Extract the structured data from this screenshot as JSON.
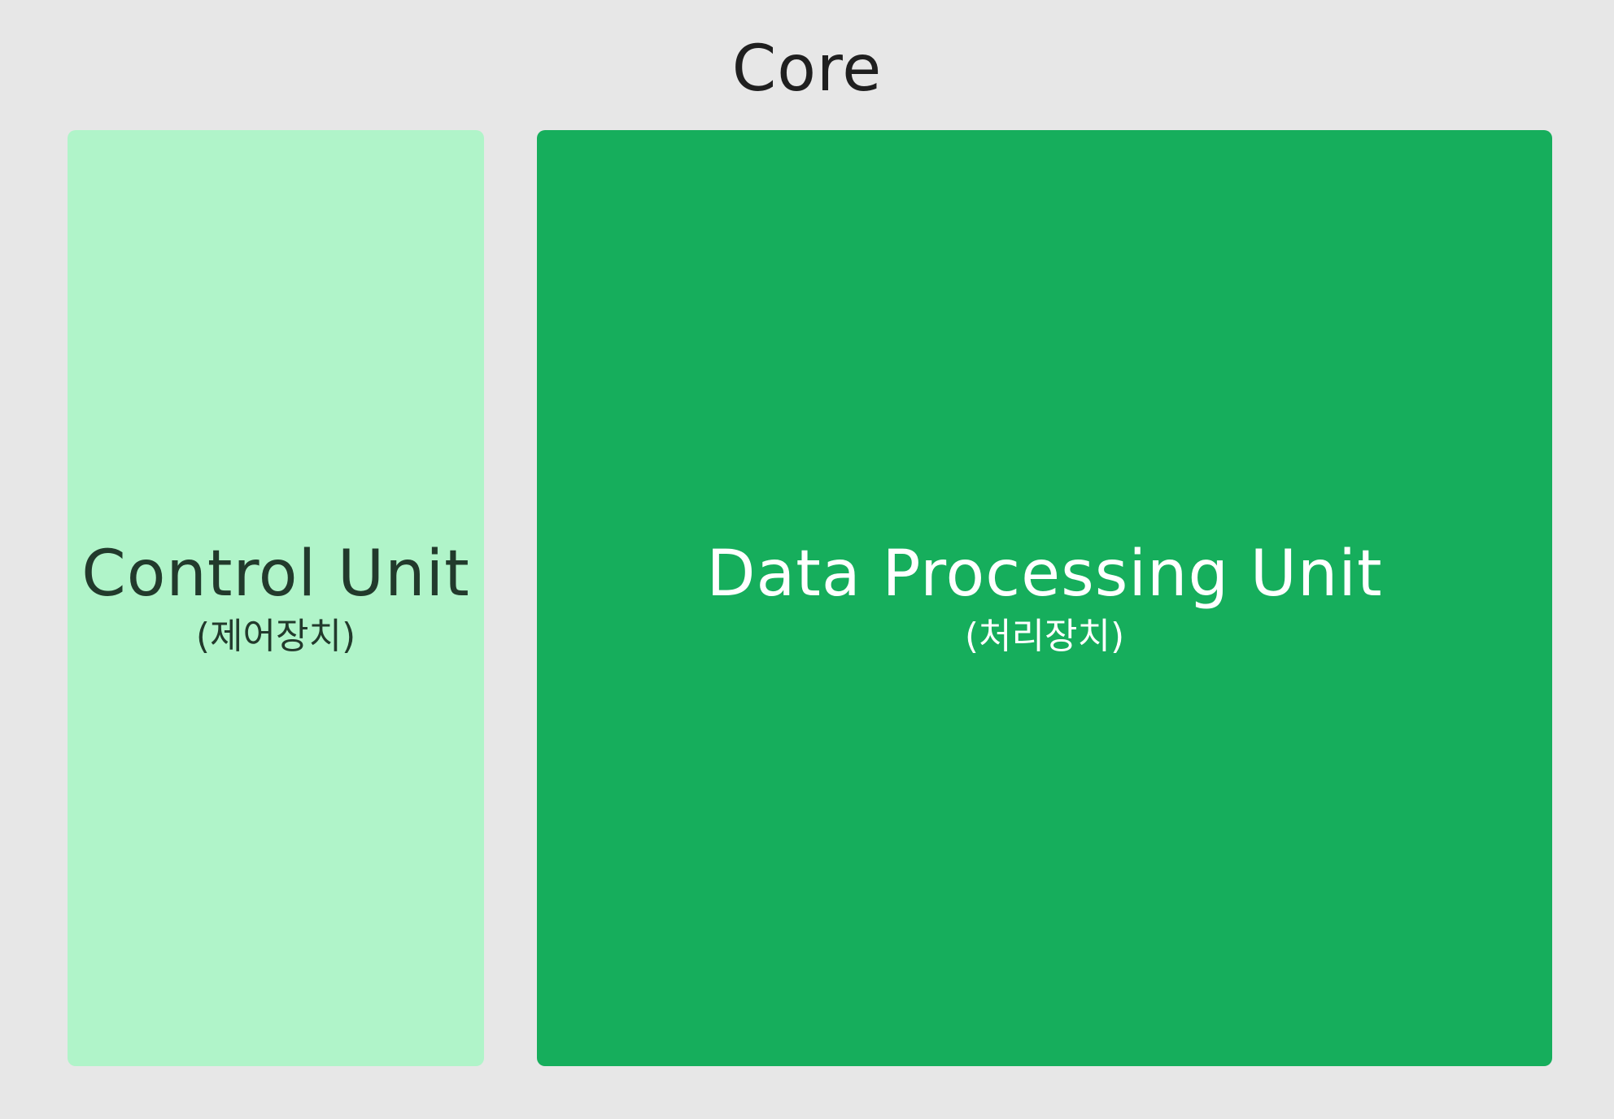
{
  "core": {
    "title": "Core"
  },
  "control_unit": {
    "name": "Control Unit",
    "sub": "(제어장치)"
  },
  "data_processing_unit": {
    "name": "Data Processing Unit",
    "sub": "(처리장치)"
  },
  "colors": {
    "background": "#e7e7e7",
    "control_unit_fill": "#b0f4c9",
    "control_unit_text": "#223a2c",
    "data_processing_unit_fill": "#16ae5c",
    "data_processing_unit_text": "#ffffff",
    "title_text": "#1f1f1f"
  }
}
